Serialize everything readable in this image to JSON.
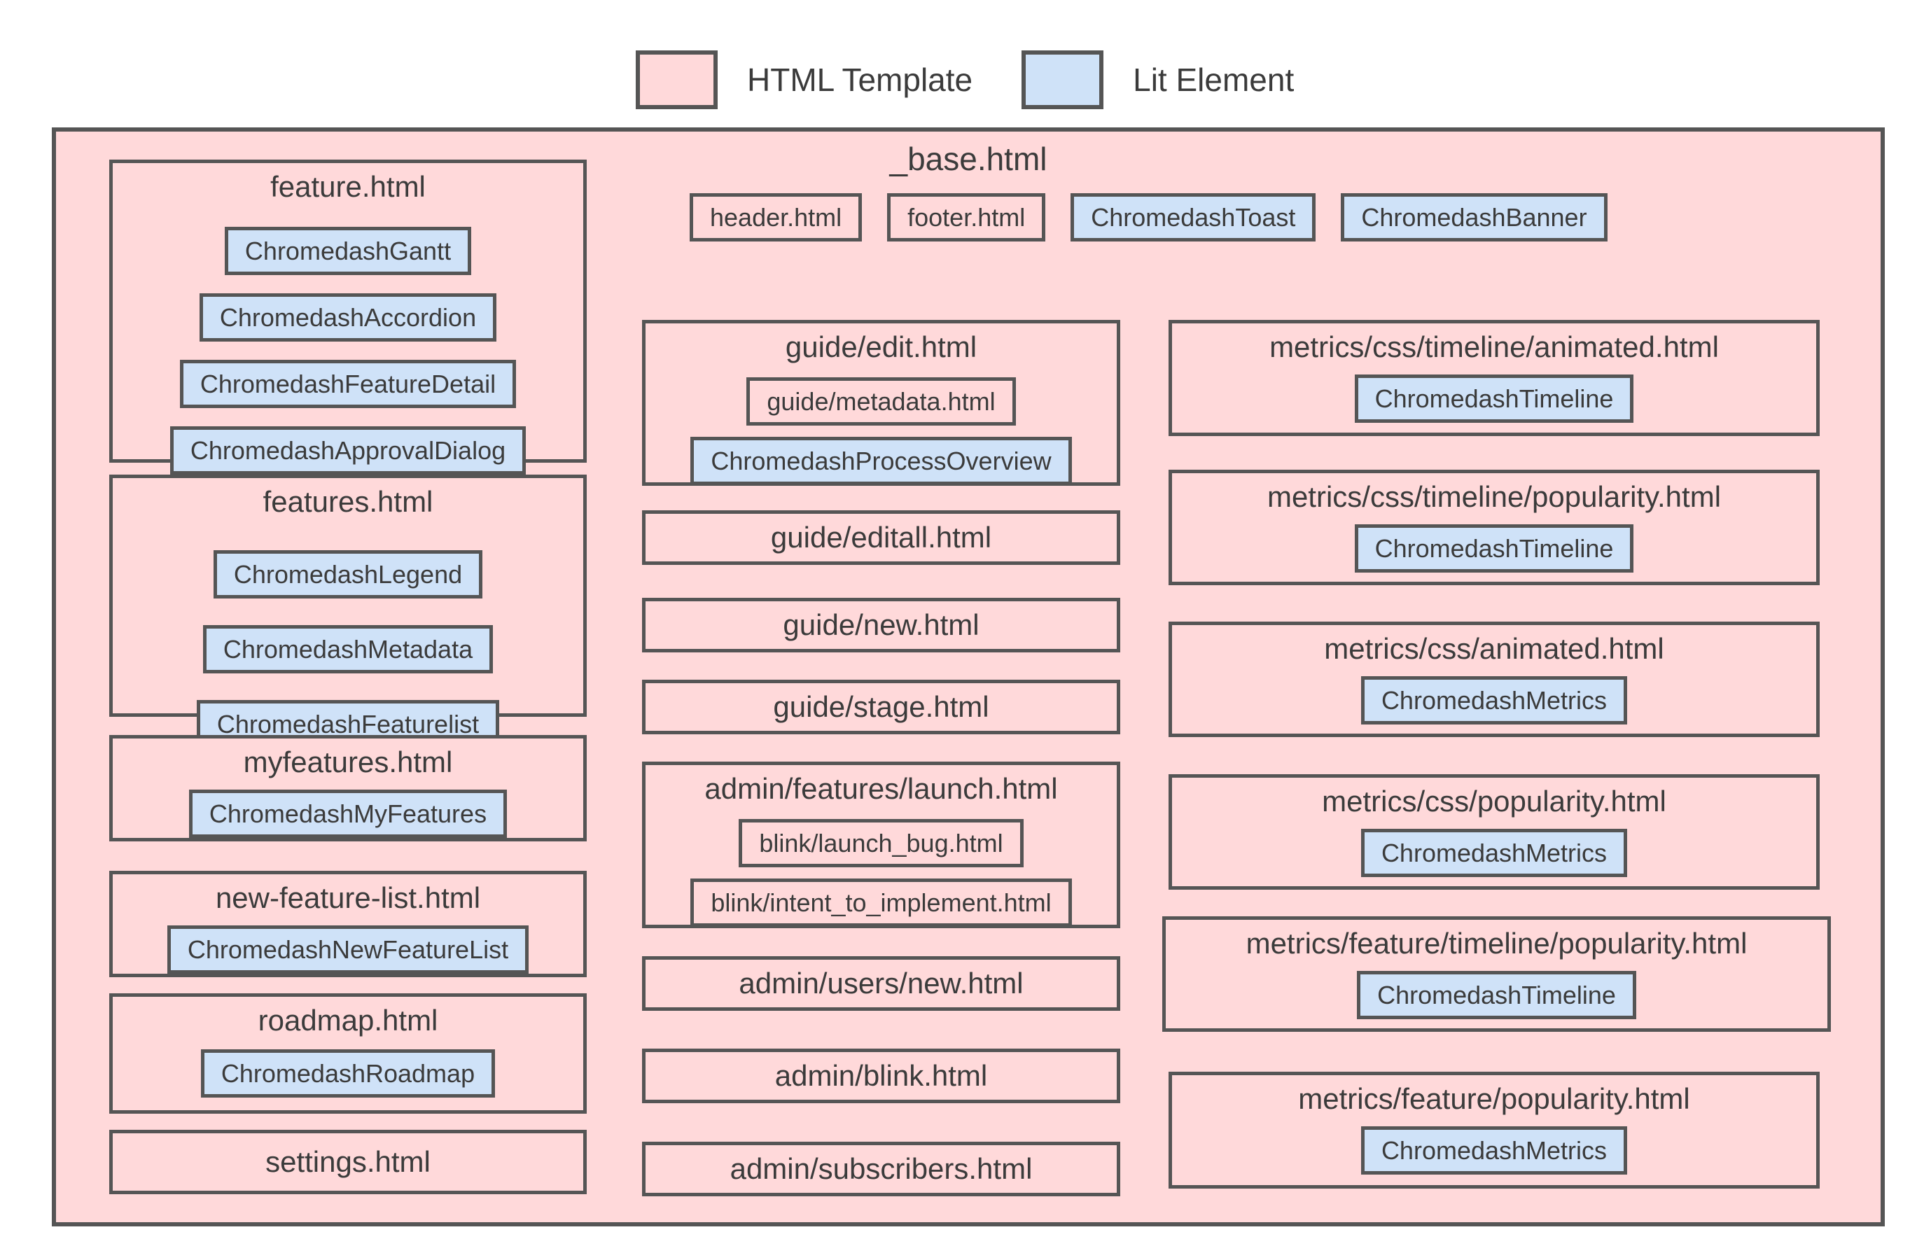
{
  "legend": {
    "items": [
      {
        "label": "HTML Template",
        "type": "template"
      },
      {
        "label": "Lit Element",
        "type": "lit"
      }
    ]
  },
  "colors": {
    "template_fill": "#ffd9da",
    "lit_fill": "#cfe2f8",
    "border": "#555555",
    "text": "#3b3b3b"
  },
  "base": {
    "title": "_base.html",
    "header_chips": [
      {
        "label": "header.html",
        "type": "template"
      },
      {
        "label": "footer.html",
        "type": "template"
      },
      {
        "label": "ChromedashToast",
        "type": "lit"
      },
      {
        "label": "ChromedashBanner",
        "type": "lit"
      }
    ]
  },
  "columns": {
    "left": [
      {
        "title": "feature.html",
        "children": [
          {
            "label": "ChromedashGantt",
            "type": "lit"
          },
          {
            "label": "ChromedashAccordion",
            "type": "lit"
          },
          {
            "label": "ChromedashFeatureDetail",
            "type": "lit"
          },
          {
            "label": "ChromedashApprovalDialog",
            "type": "lit"
          }
        ]
      },
      {
        "title": "features.html",
        "children": [
          {
            "label": "ChromedashLegend",
            "type": "lit"
          },
          {
            "label": "ChromedashMetadata",
            "type": "lit"
          },
          {
            "label": "ChromedashFeaturelist",
            "type": "lit"
          }
        ]
      },
      {
        "title": "myfeatures.html",
        "children": [
          {
            "label": "ChromedashMyFeatures",
            "type": "lit"
          }
        ]
      },
      {
        "title": "new-feature-list.html",
        "children": [
          {
            "label": "ChromedashNewFeatureList",
            "type": "lit"
          }
        ]
      },
      {
        "title": "roadmap.html",
        "children": [
          {
            "label": "ChromedashRoadmap",
            "type": "lit"
          }
        ]
      },
      {
        "title": "settings.html",
        "children": []
      }
    ],
    "middle": [
      {
        "title": "guide/edit.html",
        "children": [
          {
            "label": "guide/metadata.html",
            "type": "template"
          },
          {
            "label": "ChromedashProcessOverview",
            "type": "lit"
          }
        ]
      },
      {
        "title": "guide/editall.html",
        "children": []
      },
      {
        "title": "guide/new.html",
        "children": []
      },
      {
        "title": "guide/stage.html",
        "children": []
      },
      {
        "title": "admin/features/launch.html",
        "children": [
          {
            "label": "blink/launch_bug.html",
            "type": "template"
          },
          {
            "label": "blink/intent_to_implement.html",
            "type": "template"
          }
        ]
      },
      {
        "title": "admin/users/new.html",
        "children": []
      },
      {
        "title": "admin/blink.html",
        "children": []
      },
      {
        "title": "admin/subscribers.html",
        "children": []
      }
    ],
    "right": [
      {
        "title": "metrics/css/timeline/animated.html",
        "children": [
          {
            "label": "ChromedashTimeline",
            "type": "lit"
          }
        ]
      },
      {
        "title": "metrics/css/timeline/popularity.html",
        "children": [
          {
            "label": "ChromedashTimeline",
            "type": "lit"
          }
        ]
      },
      {
        "title": "metrics/css/animated.html",
        "children": [
          {
            "label": "ChromedashMetrics",
            "type": "lit"
          }
        ]
      },
      {
        "title": "metrics/css/popularity.html",
        "children": [
          {
            "label": "ChromedashMetrics",
            "type": "lit"
          }
        ]
      },
      {
        "title": "metrics/feature/timeline/popularity.html",
        "children": [
          {
            "label": "ChromedashTimeline",
            "type": "lit"
          }
        ]
      },
      {
        "title": "metrics/feature/popularity.html",
        "children": [
          {
            "label": "ChromedashMetrics",
            "type": "lit"
          }
        ]
      }
    ]
  }
}
